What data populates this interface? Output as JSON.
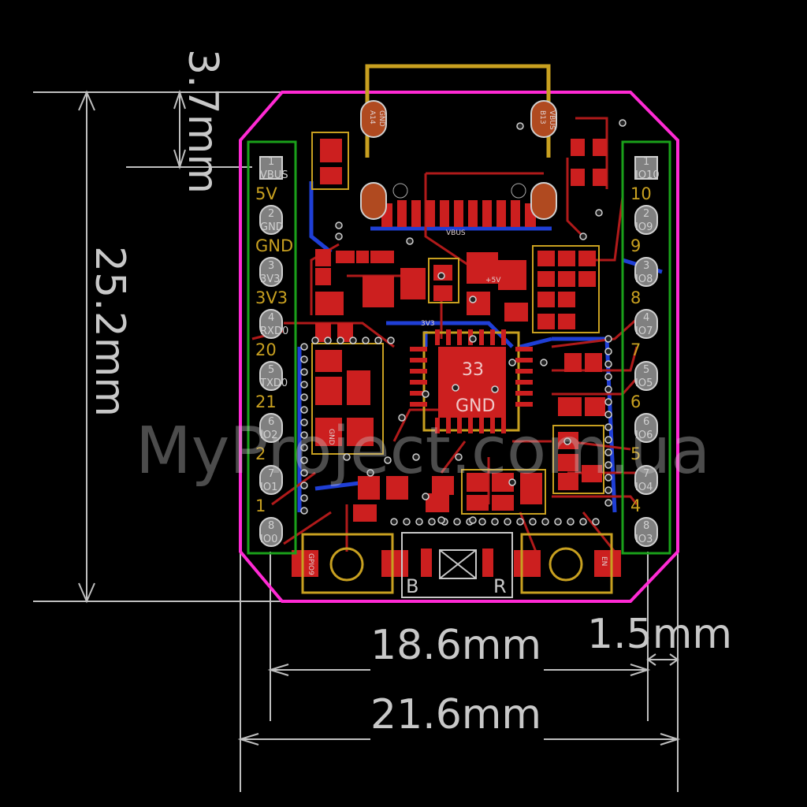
{
  "dimensions": {
    "top_offset": "3.7mm",
    "height": "25.2mm",
    "inner_width": "18.6mm",
    "edge_width": "1.5mm",
    "total_width": "21.6mm"
  },
  "left_header": {
    "pins": [
      {
        "num": "1",
        "name": "VBUS",
        "label": "5V"
      },
      {
        "num": "2",
        "name": "GND",
        "label": "GND"
      },
      {
        "num": "3",
        "name": "3V3",
        "label": "3V3"
      },
      {
        "num": "4",
        "name": "RXD0",
        "label": "20"
      },
      {
        "num": "5",
        "name": "TXD0",
        "label": "21"
      },
      {
        "num": "6",
        "name": "IO2",
        "label": "2"
      },
      {
        "num": "7",
        "name": "IO1",
        "label": "1"
      },
      {
        "num": "8",
        "name": "IO0",
        "label": ""
      }
    ]
  },
  "right_header": {
    "pins": [
      {
        "num": "1",
        "name": "IO10",
        "label": "10"
      },
      {
        "num": "2",
        "name": "IO9",
        "label": "9"
      },
      {
        "num": "3",
        "name": "IO8",
        "label": "8"
      },
      {
        "num": "4",
        "name": "IO7",
        "label": "7"
      },
      {
        "num": "5",
        "name": "IO5",
        "label": "6"
      },
      {
        "num": "6",
        "name": "IO6",
        "label": "5"
      },
      {
        "num": "7",
        "name": "IO4",
        "label": "4"
      },
      {
        "num": "8",
        "name": "IO3",
        "label": ""
      }
    ]
  },
  "chip": {
    "pin_label": "33",
    "net_label": "GND"
  },
  "usb_pads": {
    "a14": "A14",
    "b13": "B13",
    "gnd": "GND",
    "vbus": "VBUS"
  },
  "buttons": {
    "boot_letter": "B",
    "reset_letter": "R",
    "boot_pin": "GPIO9",
    "reset_pin": "EN"
  },
  "nets": {
    "vbus": "VBUS",
    "v3v3": "3V3",
    "v5": "+5V",
    "gnd": "GND"
  },
  "watermark": "MyProject.com.ua",
  "colors": {
    "background": "#000000",
    "outline": "#ff2ad4",
    "top_copper": "#c4161c",
    "bottom_copper": "#1f3fd6",
    "silkscreen": "#c8c8c8",
    "labels": "#c8a020",
    "header_outline": "#1aa01a",
    "usb_shield": "#c8a020"
  }
}
